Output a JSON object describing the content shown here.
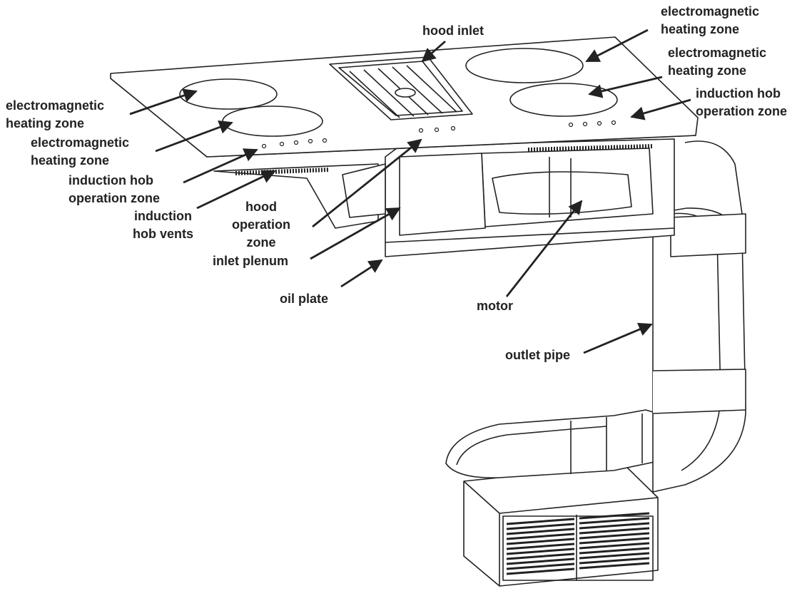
{
  "labels": {
    "hood_inlet": [
      "hood inlet"
    ],
    "em_zone_top_right": [
      "electromagnetic",
      "heating zone"
    ],
    "em_zone_right": [
      "electromagnetic",
      "heating zone"
    ],
    "hob_operation_zone_right": [
      "induction hob",
      "operation zone"
    ],
    "em_zone_left_top": [
      "electromagnetic",
      "heating zone"
    ],
    "em_zone_left_bottom": [
      "electromagnetic",
      "heating zone"
    ],
    "hob_operation_zone_left": [
      "induction hob",
      "operation zone"
    ],
    "hob_vents": [
      "induction",
      "hob vents"
    ],
    "hood_operation_zone": [
      "hood",
      "operation",
      "zone"
    ],
    "inlet_plenum": [
      "inlet plenum"
    ],
    "oil_plate": [
      "oil plate"
    ],
    "motor": [
      "motor"
    ],
    "outlet_pipe": [
      "outlet pipe"
    ]
  },
  "colors": {
    "stroke": "#222222",
    "text": "#222222",
    "fill": "#ffffff"
  }
}
